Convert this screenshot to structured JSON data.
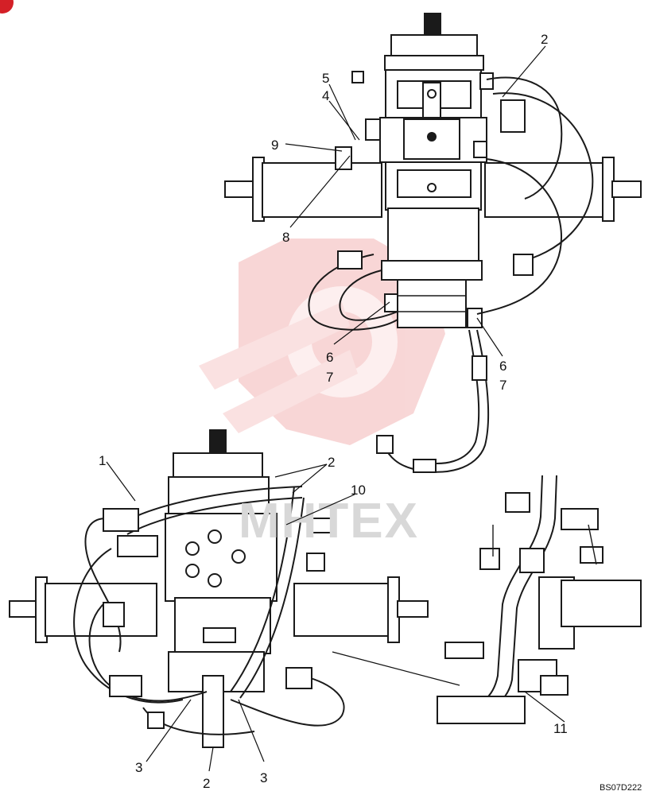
{
  "callouts": {
    "top": [
      {
        "id": "top-2",
        "text": "2"
      },
      {
        "id": "top-5",
        "text": "5"
      },
      {
        "id": "top-4",
        "text": "4"
      },
      {
        "id": "top-9",
        "text": "9"
      },
      {
        "id": "top-8",
        "text": "8"
      },
      {
        "id": "top-6a",
        "text": "6"
      },
      {
        "id": "top-7a",
        "text": "7"
      },
      {
        "id": "top-6b",
        "text": "6"
      },
      {
        "id": "top-7b",
        "text": "7"
      }
    ],
    "bottom": [
      {
        "id": "bot-1",
        "text": "1"
      },
      {
        "id": "bot-2a",
        "text": "2"
      },
      {
        "id": "bot-10",
        "text": "10"
      },
      {
        "id": "bot-3a",
        "text": "3"
      },
      {
        "id": "bot-2b",
        "text": "2"
      },
      {
        "id": "bot-3b",
        "text": "3"
      },
      {
        "id": "bot-11",
        "text": "11"
      }
    ]
  },
  "drawing_code": "BS07D222",
  "watermark": "MHTEX",
  "colors": {
    "line": "#1a1a1a",
    "watermark_logo": "#f3b6b6",
    "corner_mark": "#d42027"
  }
}
